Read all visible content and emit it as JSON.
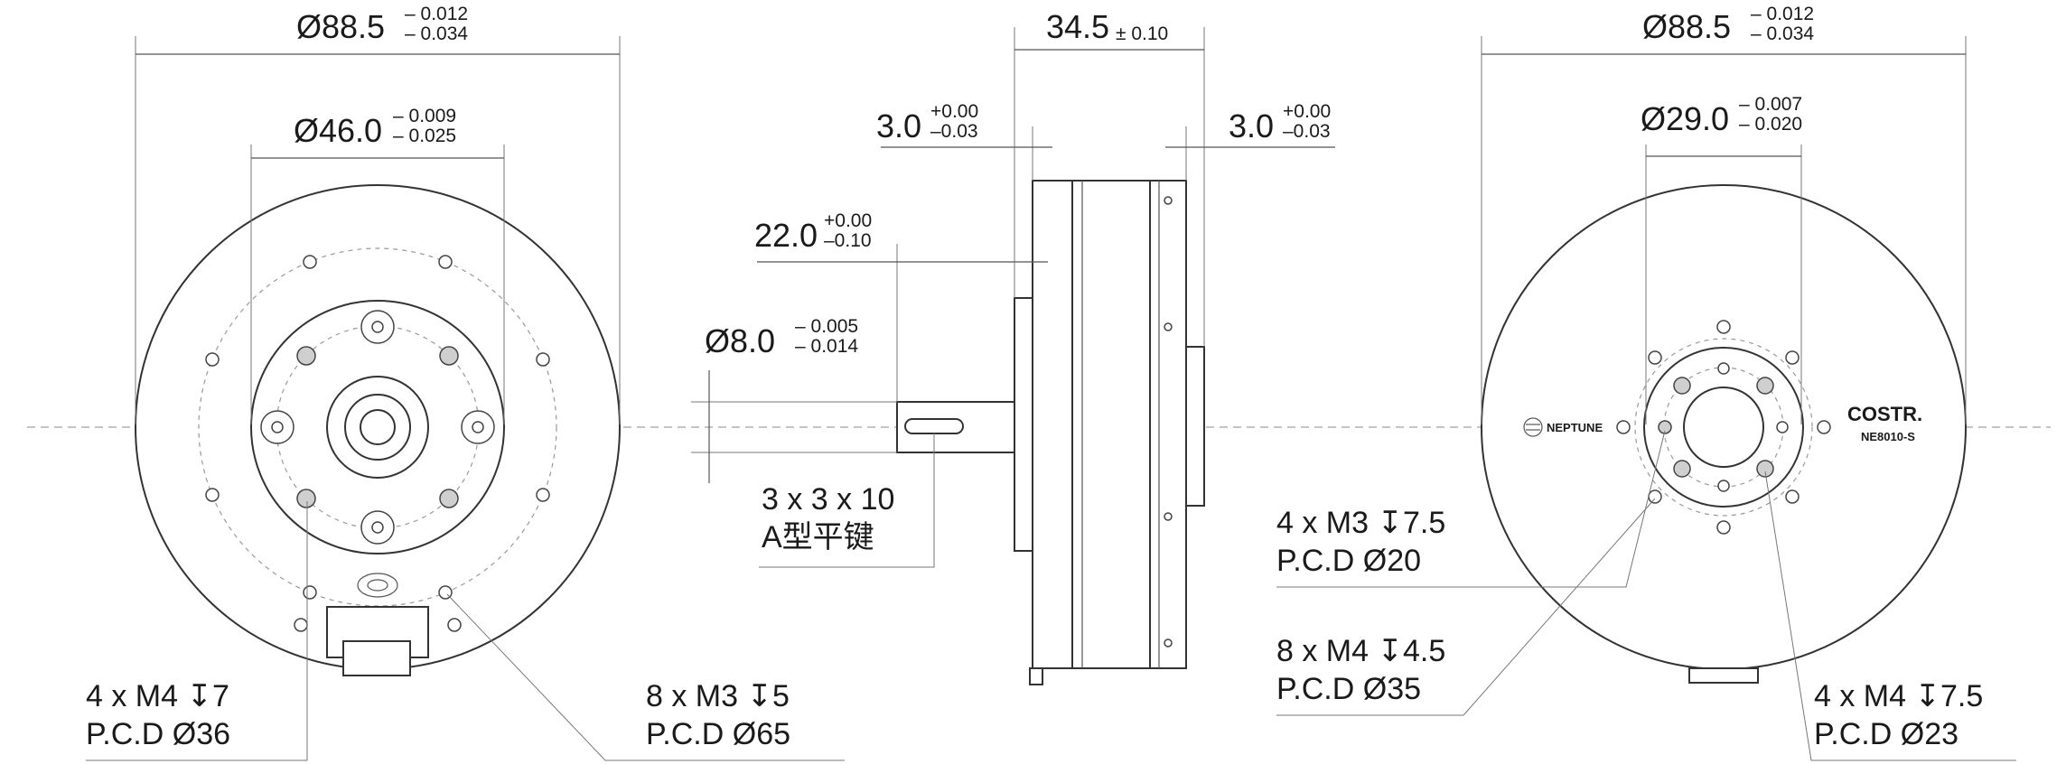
{
  "left_view": {
    "outer_diameter": {
      "symbol": "Ø",
      "value": "88.5",
      "tol_upper": "– 0.012",
      "tol_lower": "– 0.034"
    },
    "hub_diameter": {
      "symbol": "Ø",
      "value": "46.0",
      "tol_upper": "– 0.009",
      "tol_lower": "– 0.025"
    },
    "note_m4": {
      "line1": "4 x M4  ↧7",
      "line2": "P.C.D Ø36"
    },
    "note_m3": {
      "line1": "8 x M3  ↧5",
      "line2": "P.C.D Ø65"
    }
  },
  "side_view": {
    "width": {
      "value": "34.5",
      "tol": "± 0.10"
    },
    "left_step": {
      "value": "3.0",
      "tol_upper": "+0.00",
      "tol_lower": "–0.03"
    },
    "right_step": {
      "value": "3.0",
      "tol_upper": "+0.00",
      "tol_lower": "–0.03"
    },
    "shaft_length": {
      "value": "22.0",
      "tol_upper": "+0.00",
      "tol_lower": "–0.10"
    },
    "shaft_diameter": {
      "symbol": "Ø",
      "value": "8.0",
      "tol_upper": "– 0.005",
      "tol_lower": "– 0.014"
    },
    "key_note": {
      "line1": "3 x 3 x 10",
      "line2": "A型平键"
    }
  },
  "right_view": {
    "outer_diameter": {
      "symbol": "Ø",
      "value": "88.5",
      "tol_upper": "– 0.012",
      "tol_lower": "– 0.034"
    },
    "bore_diameter": {
      "symbol": "Ø",
      "value": "29.0",
      "tol_upper": "– 0.007",
      "tol_lower": "– 0.020"
    },
    "brand_left": "NEPTUNE",
    "brand_right": "COSTR.",
    "model": "NE8010-S",
    "note_m3": {
      "line1": "4 x M3 ↧7.5",
      "line2": "P.C.D Ø20"
    },
    "note_m4_35": {
      "line1": "8 x M4 ↧4.5",
      "line2": "P.C.D Ø35"
    },
    "note_m4_23": {
      "line1": "4 x M4  ↧7.5",
      "line2": "P.C.D Ø23"
    }
  }
}
